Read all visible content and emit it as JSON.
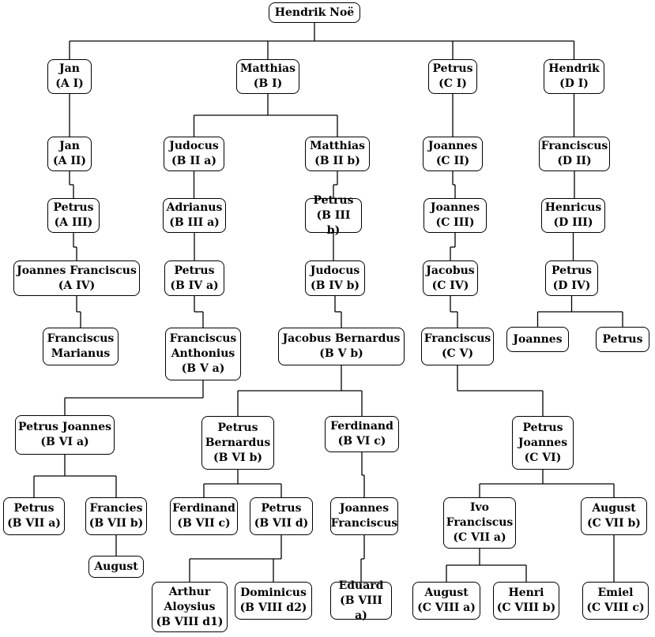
{
  "title": "Hendrik Noë",
  "nodes": {
    "root": "Hendrik Noë",
    "a1": "Jan\n(A I)",
    "b1": "Matthias\n(B I)",
    "c1": "Petrus\n(C I)",
    "d1": "Hendrik\n(D I)",
    "a2": "Jan\n(A II)",
    "b2a": "Judocus\n(B II a)",
    "b2b": "Matthias\n(B II b)",
    "c2": "Joannes\n(C II)",
    "d2": "Franciscus\n(D II)",
    "a3": "Petrus\n(A III)",
    "b3a": "Adrianus\n(B III a)",
    "b3b": "Petrus\n(B III b)",
    "c3": "Joannes\n(C III)",
    "d3": "Henricus\n(D III)",
    "a4": "Joannes Franciscus\n(A IV)",
    "b4a": "Petrus\n(B IV a)",
    "b4b": "Judocus\n(B IV b)",
    "c4": "Jacobus\n(C IV)",
    "d4": "Petrus\n(D IV)",
    "a5": "Franciscus\nMarianus",
    "b5a": "Franciscus\nAnthonius\n(B V a)",
    "b5b": "Jacobus Bernardus\n(B V b)",
    "c5": "Franciscus\n(C V)",
    "d5a": "Joannes",
    "d5b": "Petrus",
    "b6a": "Petrus Joannes\n(B VI a)",
    "b6b": "Petrus\nBernardus\n(B VI b)",
    "b6c": "Ferdinand\n(B VI c)",
    "c6": "Petrus\nJoannes\n(C VI)",
    "b7a": "Petrus\n(B VII a)",
    "b7b": "Francies\n(B VII b)",
    "b7c": "Ferdinand\n(B VII c)",
    "b7d": "Petrus\n(B VII d)",
    "b7x": "Joannes\nFranciscus",
    "c7a": "Ivo\nFranciscus\n(C VII a)",
    "c7b": "August\n(C VII b)",
    "b8b": "August",
    "b8d1": "Arthur\nAloysius\n(B VIII d1)",
    "b8d2": "Dominicus\n(B VIII d2)",
    "b8a": "Eduard\n(B VIII a)",
    "c8a": "August\n(C VIII a)",
    "c8b": "Henri\n(C VIII b)",
    "c8c": "Emiel\n(C VIII c)"
  },
  "edges": [
    [
      "root",
      [
        "a1",
        "b1",
        "c1",
        "d1"
      ]
    ],
    [
      "a1",
      [
        "a2"
      ]
    ],
    [
      "b1",
      [
        "b2a",
        "b2b"
      ]
    ],
    [
      "c1",
      [
        "c2"
      ]
    ],
    [
      "d1",
      [
        "d2"
      ]
    ],
    [
      "a2",
      [
        "a3"
      ]
    ],
    [
      "b2a",
      [
        "b3a"
      ]
    ],
    [
      "b2b",
      [
        "b3b"
      ]
    ],
    [
      "c2",
      [
        "c3"
      ]
    ],
    [
      "d2",
      [
        "d3"
      ]
    ],
    [
      "a3",
      [
        "a4"
      ]
    ],
    [
      "b3a",
      [
        "b4a"
      ]
    ],
    [
      "b3b",
      [
        "b4b"
      ]
    ],
    [
      "c3",
      [
        "c4"
      ]
    ],
    [
      "d3",
      [
        "d4"
      ]
    ],
    [
      "a4",
      [
        "a5"
      ]
    ],
    [
      "b4a",
      [
        "b5a"
      ]
    ],
    [
      "b4b",
      [
        "b5b"
      ]
    ],
    [
      "c4",
      [
        "c5"
      ]
    ],
    [
      "d4",
      [
        "d5a",
        "d5b"
      ]
    ],
    [
      "b5a",
      [
        "b6a"
      ]
    ],
    [
      "b5b",
      [
        "b6b",
        "b6c"
      ]
    ],
    [
      "c5",
      [
        "c6"
      ]
    ],
    [
      "b6a",
      [
        "b7a",
        "b7b"
      ]
    ],
    [
      "b6b",
      [
        "b7c",
        "b7d"
      ]
    ],
    [
      "b6c",
      [
        "b7x"
      ]
    ],
    [
      "c6",
      [
        "c7a",
        "c7b"
      ]
    ],
    [
      "b7b",
      [
        "b8b"
      ]
    ],
    [
      "b7d",
      [
        "b8d1",
        "b8d2"
      ]
    ],
    [
      "b7x",
      [
        "b8a"
      ]
    ],
    [
      "c7a",
      [
        "c8a",
        "c8b"
      ]
    ],
    [
      "c7b",
      [
        "c8c"
      ]
    ]
  ]
}
